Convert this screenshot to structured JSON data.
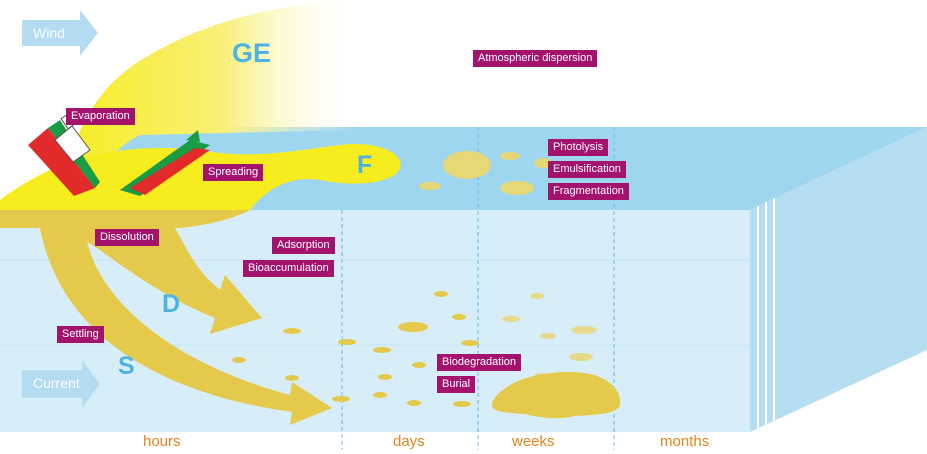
{
  "arrows": {
    "wind": "Wind",
    "current": "Current"
  },
  "processes": {
    "ge": "GE",
    "f": "F",
    "d": "D",
    "s": "S"
  },
  "labels": {
    "atmospheric_dispersion": "Atmospheric dispersion",
    "evaporation": "Evaporation",
    "spreading": "Spreading",
    "photolysis": "Photolysis",
    "emulsification": "Emulsification",
    "fragmentation": "Fragmentation",
    "dissolution": "Dissolution",
    "adsorption": "Adsorption",
    "bioaccumulation": "Bioaccumulation",
    "settling": "Settling",
    "biodegradation": "Biodegradation",
    "burial": "Burial"
  },
  "timeline": {
    "hours": "hours",
    "days": "days",
    "weeks": "weeks",
    "months": "months"
  },
  "colors": {
    "label_bg": "#a3136e",
    "process_letter": "#4db3e6",
    "oil_surface": "#f6ec1e",
    "oil_water": "#e5c94a",
    "water_top": "#9fd6ef",
    "water_front": "#d7eef8",
    "time_text": "#e0861c"
  }
}
